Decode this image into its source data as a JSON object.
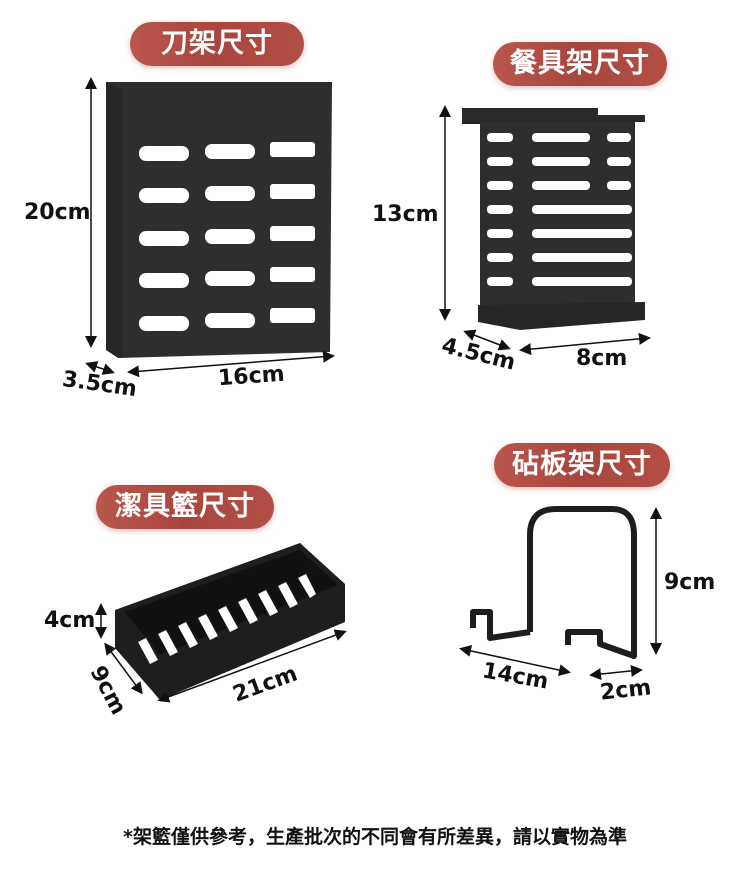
{
  "sections": [
    {
      "title": "刀架尺寸",
      "dimensions": {
        "height": "20cm",
        "depth": "3.5cm",
        "width": "16cm"
      }
    },
    {
      "title": "餐具架尺寸",
      "dimensions": {
        "height": "13cm",
        "depth": "4.5cm",
        "width": "8cm"
      }
    },
    {
      "title": "潔具籃尺寸",
      "dimensions": {
        "height": "4cm",
        "depth": "9cm",
        "width": "21cm"
      }
    },
    {
      "title": "砧板架尺寸",
      "dimensions": {
        "height": "9cm",
        "width": "14cm",
        "hook": "2cm"
      }
    }
  ],
  "footnote": "*架籃僅供參考，生產批次的不同會有所差異，請以實物為準",
  "colors": {
    "pill": "#a8463d",
    "product": "#2b2b2b",
    "text": "#111111"
  }
}
